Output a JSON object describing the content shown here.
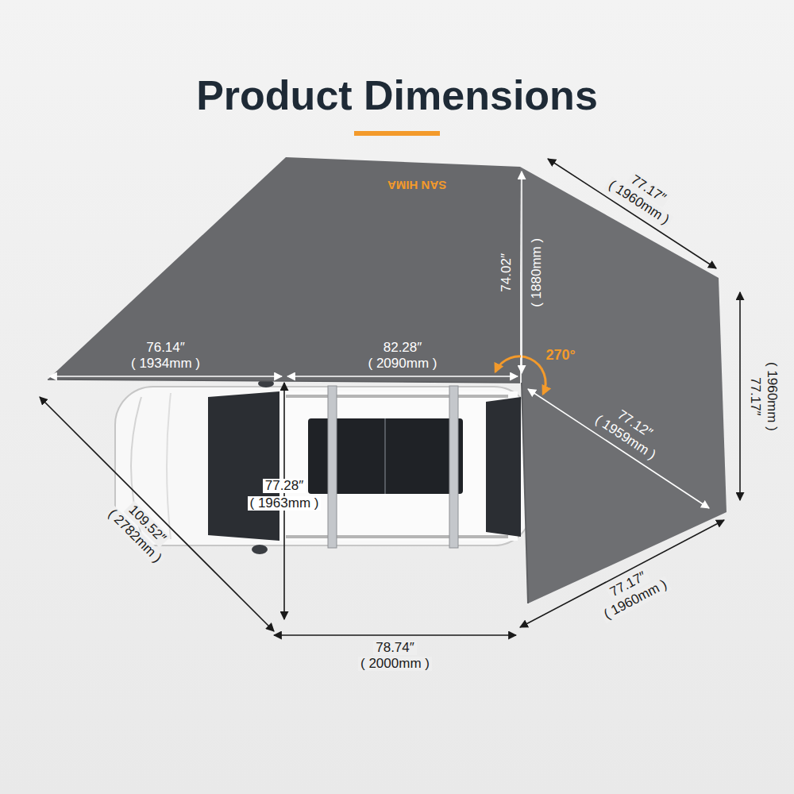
{
  "diagram": {
    "title": "Product Dimensions",
    "labels": [
      "SAN HIMA",
      "77.17″",
      "( 1960mm )",
      "74.02″",
      "( 1880mm )",
      "270°",
      "76.14″",
      "( 1934mm )",
      "82.28″",
      "( 2090mm )",
      "77.17″",
      "( 1960mm )",
      "77.12″",
      "( 1959mm )",
      "77.28″",
      "( 1963mm )",
      "109.52″",
      "( 2782mm )",
      "77.17″",
      "( 1960mm )",
      "78.74″",
      "( 2000mm )"
    ]
  }
}
